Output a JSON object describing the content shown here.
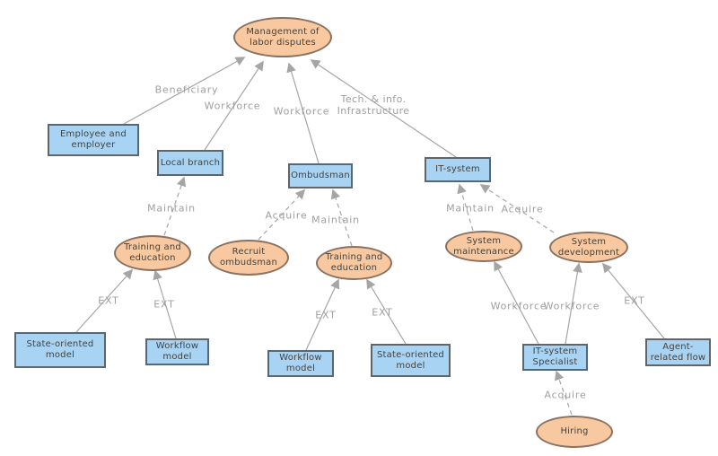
{
  "diagram": {
    "type": "goal-dependency-diagram",
    "colors": {
      "goal_fill": "#f8c9a0",
      "goal_border": "#8a7160",
      "actor_fill": "#a9d3f3",
      "actor_border": "#5b6770",
      "line": "#a5a5a5",
      "label_text": "#9f9f9f",
      "node_text": "#44423c",
      "background": "#ffffff"
    },
    "nodes": [
      {
        "id": "management-of-labor-disputes",
        "shape": "ellipse",
        "label": "Management of labor disputes"
      },
      {
        "id": "employee-and-employer",
        "shape": "rect",
        "label": "Employee and employer"
      },
      {
        "id": "local-branch",
        "shape": "rect",
        "label": "Local branch"
      },
      {
        "id": "ombudsman",
        "shape": "rect",
        "label": "Ombudsman"
      },
      {
        "id": "it-system",
        "shape": "rect",
        "label": "IT-system"
      },
      {
        "id": "training-and-education-left",
        "shape": "ellipse",
        "label": "Training and education"
      },
      {
        "id": "recruit-ombudsman",
        "shape": "ellipse",
        "label": "Recruit ombudsman"
      },
      {
        "id": "training-and-education-mid",
        "shape": "ellipse",
        "label": "Training and education"
      },
      {
        "id": "system-maintenance",
        "shape": "ellipse",
        "label": "System maintenance"
      },
      {
        "id": "system-development",
        "shape": "ellipse",
        "label": "System development"
      },
      {
        "id": "state-oriented-model-left",
        "shape": "rect",
        "label": "State-oriented model"
      },
      {
        "id": "workflow-model-left",
        "shape": "rect",
        "label": "Workflow model"
      },
      {
        "id": "workflow-model-mid",
        "shape": "rect",
        "label": "Workflow model"
      },
      {
        "id": "state-oriented-model-mid",
        "shape": "rect",
        "label": "State-oriented model"
      },
      {
        "id": "it-system-specialist",
        "shape": "rect",
        "label": "IT-system Specialist"
      },
      {
        "id": "agent-related-flow",
        "shape": "rect",
        "label": "Agent-related flow"
      },
      {
        "id": "hiring",
        "shape": "ellipse",
        "label": "Hiring"
      }
    ],
    "edges": [
      {
        "from": "employee-and-employer",
        "to": "management-of-labor-disputes",
        "label": "Beneficiary",
        "line": "solid"
      },
      {
        "from": "local-branch",
        "to": "management-of-labor-disputes",
        "label": "Workforce",
        "line": "solid"
      },
      {
        "from": "ombudsman",
        "to": "management-of-labor-disputes",
        "label": "Workforce",
        "line": "solid"
      },
      {
        "from": "it-system",
        "to": "management-of-labor-disputes",
        "label": "Tech. & info. Infrastructure",
        "line": "solid"
      },
      {
        "from": "training-and-education-left",
        "to": "local-branch",
        "label": "Maintain",
        "line": "dashed"
      },
      {
        "from": "recruit-ombudsman",
        "to": "ombudsman",
        "label": "Acquire",
        "line": "dashed"
      },
      {
        "from": "training-and-education-mid",
        "to": "ombudsman",
        "label": "Maintain",
        "line": "dashed"
      },
      {
        "from": "system-maintenance",
        "to": "it-system",
        "label": "Maintain",
        "line": "dashed"
      },
      {
        "from": "system-development",
        "to": "it-system",
        "label": "Acquire",
        "line": "dashed"
      },
      {
        "from": "state-oriented-model-left",
        "to": "training-and-education-left",
        "label": "EXT",
        "line": "solid"
      },
      {
        "from": "workflow-model-left",
        "to": "training-and-education-left",
        "label": "EXT",
        "line": "solid"
      },
      {
        "from": "workflow-model-mid",
        "to": "training-and-education-mid",
        "label": "EXT",
        "line": "solid"
      },
      {
        "from": "state-oriented-model-mid",
        "to": "training-and-education-mid",
        "label": "EXT",
        "line": "solid"
      },
      {
        "from": "it-system-specialist",
        "to": "system-maintenance",
        "label": "Workforce",
        "line": "solid"
      },
      {
        "from": "it-system-specialist",
        "to": "system-development",
        "label": "Workforce",
        "line": "solid"
      },
      {
        "from": "agent-related-flow",
        "to": "system-development",
        "label": "EXT",
        "line": "solid"
      },
      {
        "from": "hiring",
        "to": "it-system-specialist",
        "label": "Acquire",
        "line": "dashed"
      }
    ]
  }
}
